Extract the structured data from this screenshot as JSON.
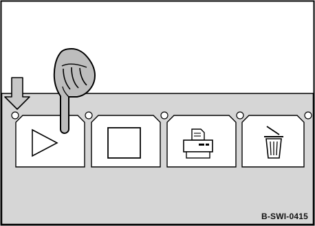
{
  "figure_code": "B-SWI-0415",
  "buttons": [
    {
      "name": "play-button",
      "icon": "play-triangle-icon",
      "indicator": "off",
      "selected": true
    },
    {
      "name": "stop-button",
      "icon": "stop-square-icon",
      "indicator": "off",
      "selected": false
    },
    {
      "name": "print-button",
      "icon": "printer-icon",
      "indicator": "off",
      "selected": false
    },
    {
      "name": "delete-button",
      "icon": "trash-can-icon",
      "indicator": "off",
      "selected": false
    }
  ],
  "annotations": {
    "pointer": "down-arrow-icon",
    "hand": "pointing-hand-icon"
  },
  "colors": {
    "panel": "#d6d6d6",
    "button_face": "#ffffff",
    "outline": "#000000"
  }
}
